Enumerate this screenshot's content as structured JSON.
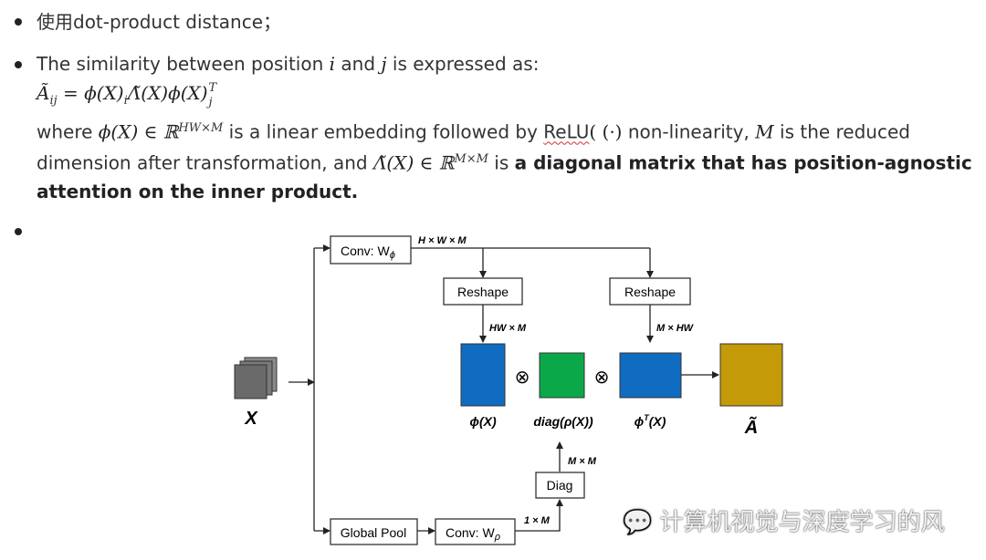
{
  "bullets": {
    "b1": {
      "text": "使用dot-product distance；"
    },
    "b2": {
      "intro_a": "The similarity between position ",
      "var_i": "i",
      "intro_and": " and ",
      "var_j": "j",
      "intro_b": " is expressed as:",
      "eq_lhs": "Ã",
      "eq_lhs_sub": "ij",
      "eq_rhs_a": " = ϕ(X)",
      "eq_sub_i": "i",
      "eq_rhs_b": "Λ̃(X)ϕ(X)",
      "eq_sup_T": "T",
      "eq_sub_j": "j",
      "l3_where": "where ",
      "l3_phi": "ϕ(X) ∈ ℝ",
      "l3_sup": "HW×M",
      "l3_mid": " is a linear embedding followed by ",
      "l3_relu": "ReLU",
      "l3_relu_arg": "( (·)",
      "l3_rest": " non-linearity, ",
      "l3_M": "M",
      "l3_end": " is the reduced",
      "l4_a": "dimension after transformation, and ",
      "l4_lam": "Λ̃(X) ∈ ℝ",
      "l4_sup": "M×M",
      "l4_is": " is ",
      "l4_bold": "a diagonal matrix that has position-agnostic",
      "l5_bold": "attention on the inner product."
    }
  },
  "diagram": {
    "conv_phi": "Conv: W",
    "conv_phi_sub": "ϕ",
    "hwm": "H × W × M",
    "reshape1": "Reshape",
    "reshape2": "Reshape",
    "hw_m": "HW × M",
    "m_hw": "M × HW",
    "otimes": "⊗",
    "x_label": "X",
    "phi_label": "ϕ(X)",
    "diag_label": "diag(ρ(X))",
    "phiT_label": "ϕ",
    "phiT_sup": "T",
    "phiT_arg": "(X)",
    "a_label": "Ã",
    "mxm": "M × M",
    "diag_box": "Diag",
    "one_m": "1 × M",
    "global_pool": "Global Pool",
    "conv_rho": "Conv: W",
    "conv_rho_sub": "ρ",
    "colors": {
      "blue": "#0f6cc1",
      "green": "#0ba84a",
      "gold": "#c49a08",
      "gray": "#6a6a6a"
    }
  },
  "watermark": "计算机视觉与深度学习的风"
}
